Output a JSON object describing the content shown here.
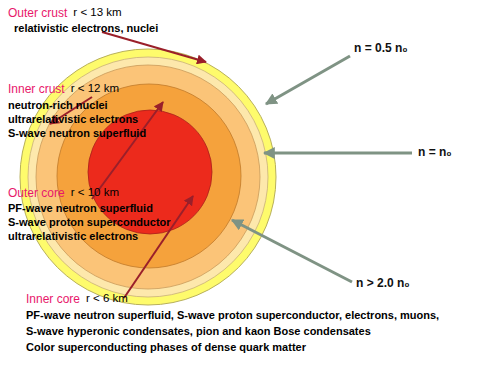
{
  "diagram": {
    "labels": [
      "Outer crust",
      "r < 13 km",
      "relativistic electrons, nuclei",
      "Inner crust",
      "r < 12 km",
      "neutron-rich nuclei",
      "ultrarelativistic electrons",
      "S-wave neutron superfluid",
      "Outer core",
      "r < 10 km",
      "PF-wave neutron superfluid",
      "S-wave proton superconductor",
      "ultrarelativistic electrons",
      "Inner core",
      "r < 6 km",
      "PF-wave neutron superfluid, S-wave proton superconductor, electrons, muons,",
      "S-wave hyperonic condensates, pion and kaon Bose condensates",
      "Color superconducting phases of dense quark matter",
      "n = 0.5 n₀",
      "n = n₀",
      "n > 2.0 n₀"
    ]
  }
}
